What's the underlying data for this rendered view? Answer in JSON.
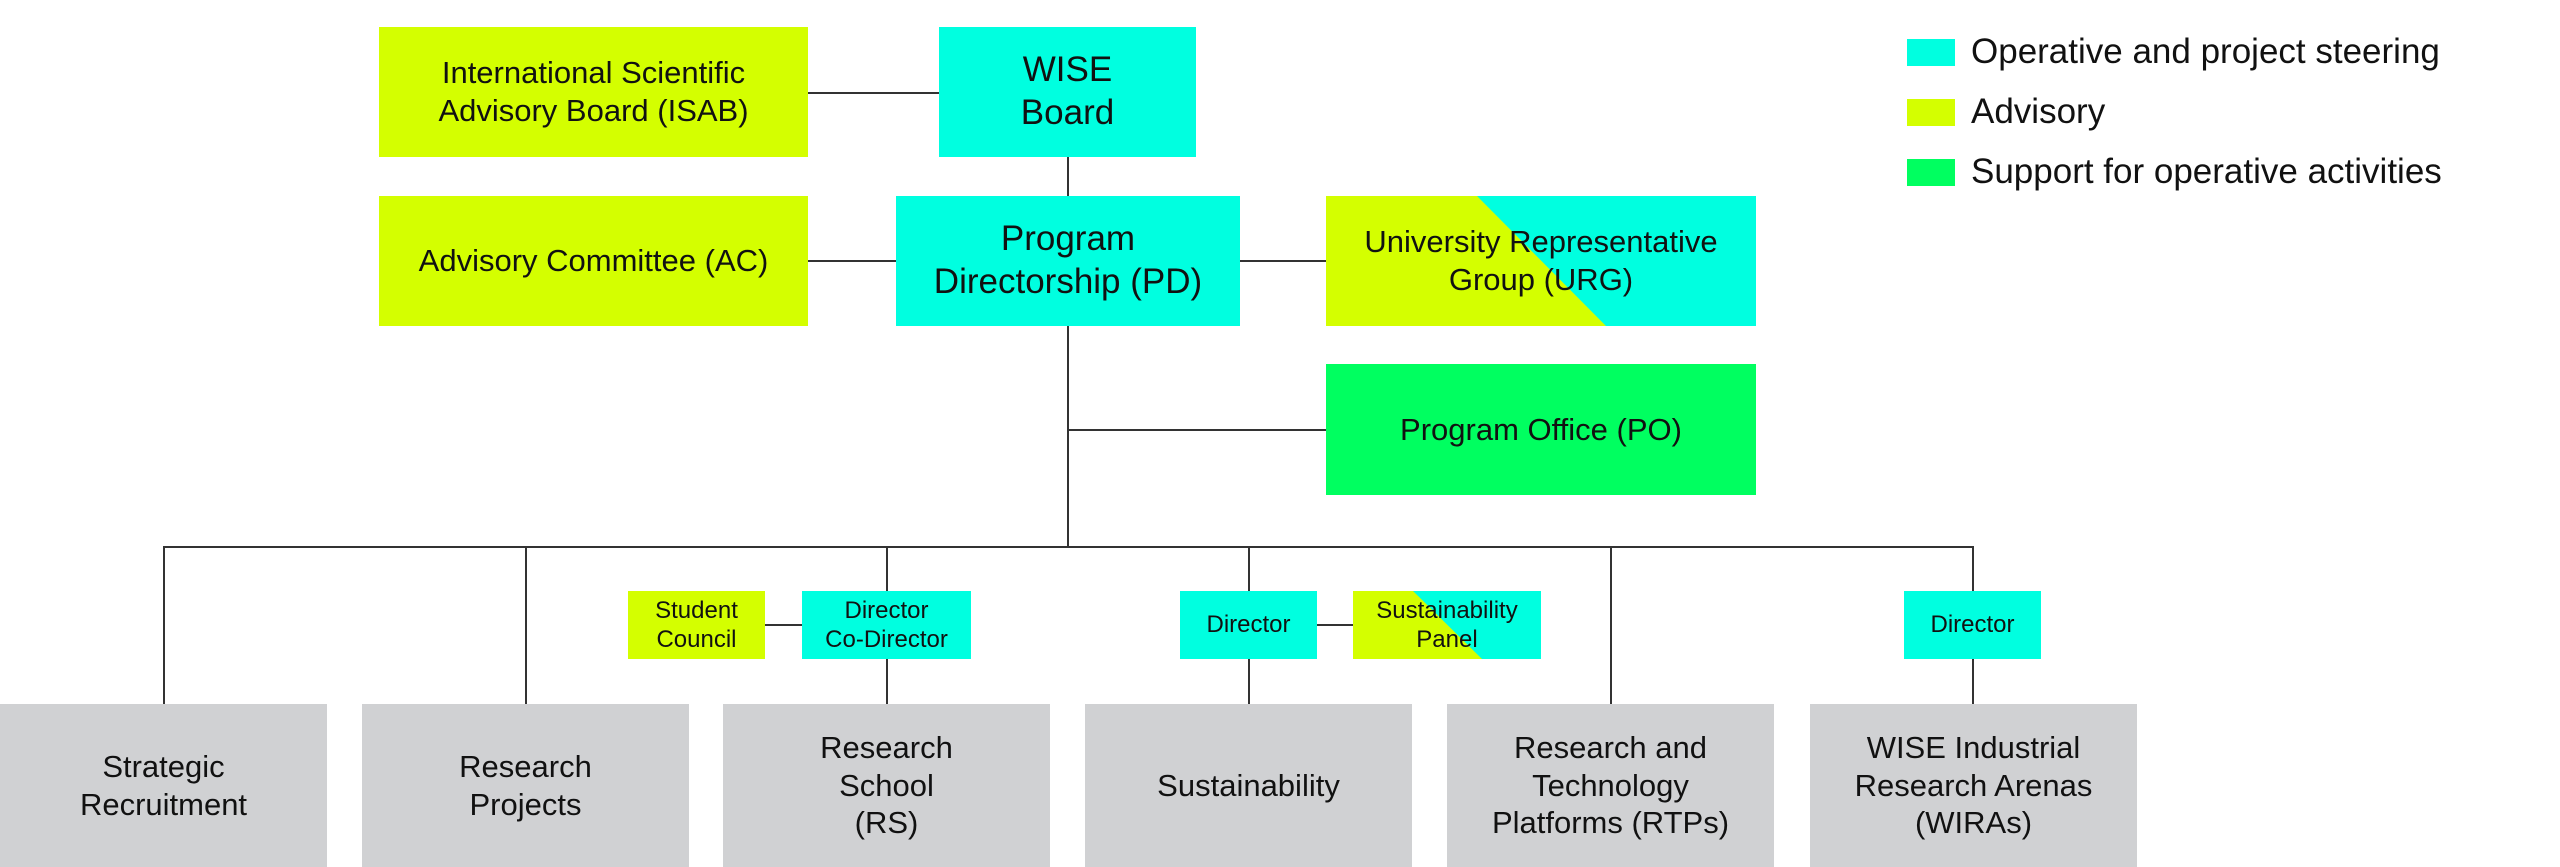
{
  "legend": [
    {
      "label": "Operative and project steering",
      "color": "#00ffe0"
    },
    {
      "label": "Advisory",
      "color": "#d4ff00"
    },
    {
      "label": "Support for operative activities",
      "color": "#00ff60"
    }
  ],
  "nodes": {
    "isab": "International Scientific\nAdvisory Board (ISAB)",
    "wise_board": "WISE\nBoard",
    "ac": "Advisory Committee (AC)",
    "pd": "Program\nDirectorship (PD)",
    "urg": "University Representative\nGroup (URG)",
    "po": "Program Office (PO)",
    "student_council": "Student\nCouncil",
    "rs_director": "Director\nCo-Director",
    "sust_director": "Director",
    "sust_panel": "Sustainability\nPanel",
    "wira_director": "Director"
  },
  "units": [
    "Strategic\nRecruitment",
    "Research\nProjects",
    "Research\nSchool\n(RS)",
    "Sustainability",
    "Research and\nTechnology\nPlatforms (RTPs)",
    "WISE Industrial\nResearch Arenas\n(WIRAs)"
  ],
  "colors": {
    "steering": "#00ffe0",
    "advisory": "#d4ff00",
    "support": "#00ff60",
    "unit": "#d0d1d3",
    "connector": "#333333"
  }
}
